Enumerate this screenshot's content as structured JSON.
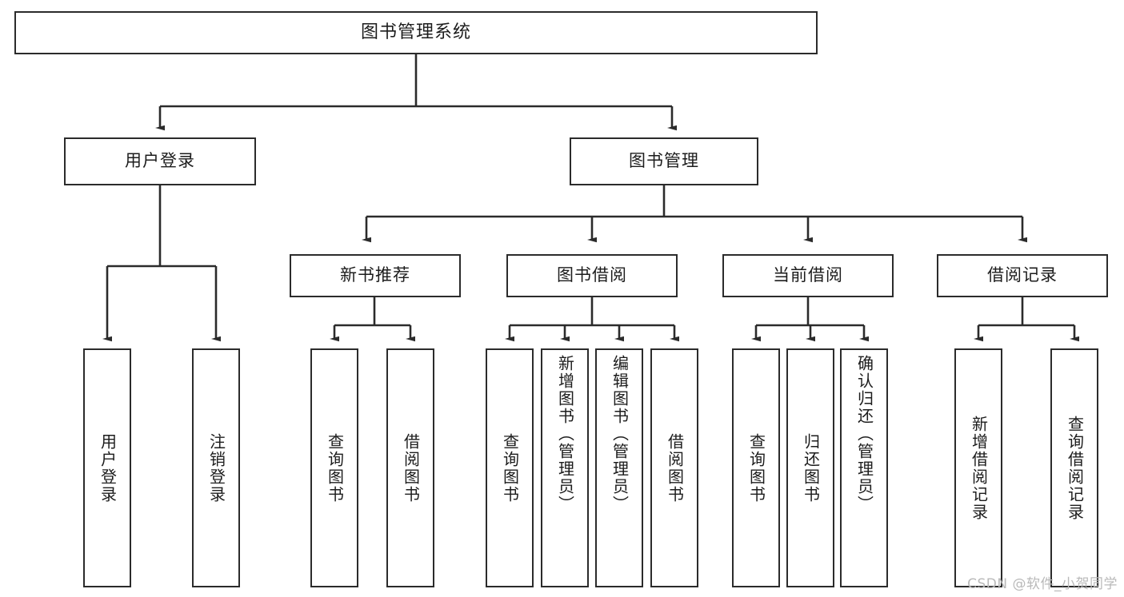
{
  "diagram": {
    "title": "图书管理系统",
    "type": "tree-hierarchy",
    "watermark": "CSDN @软件_小贺同学",
    "line_color": "#2b2b2b",
    "box_fill": "#ffffff",
    "text_color": "#1c1c1c",
    "root": {
      "label": "图书管理系统"
    },
    "level2": [
      {
        "label": "用户登录"
      },
      {
        "label": "图书管理"
      }
    ],
    "level3": [
      {
        "label": "新书推荐"
      },
      {
        "label": "图书借阅"
      },
      {
        "label": "当前借阅"
      },
      {
        "label": "借阅记录"
      }
    ],
    "leaves": {
      "user_login": [
        {
          "label": "用户登录"
        },
        {
          "label": "注销登录"
        }
      ],
      "new_book_recommend": [
        {
          "label": "查询图书"
        },
        {
          "label": "借阅图书"
        }
      ],
      "book_borrow": [
        {
          "label": "查询图书"
        },
        {
          "label": "新增图书（管理员）"
        },
        {
          "label": "编辑图书（管理员）"
        },
        {
          "label": "借阅图书"
        }
      ],
      "current_borrow": [
        {
          "label": "查询图书"
        },
        {
          "label": "归还图书"
        },
        {
          "label": "确认归还（管理员）"
        }
      ],
      "borrow_record": [
        {
          "label": "新增借阅记录"
        },
        {
          "label": "查询借阅记录"
        }
      ]
    }
  }
}
